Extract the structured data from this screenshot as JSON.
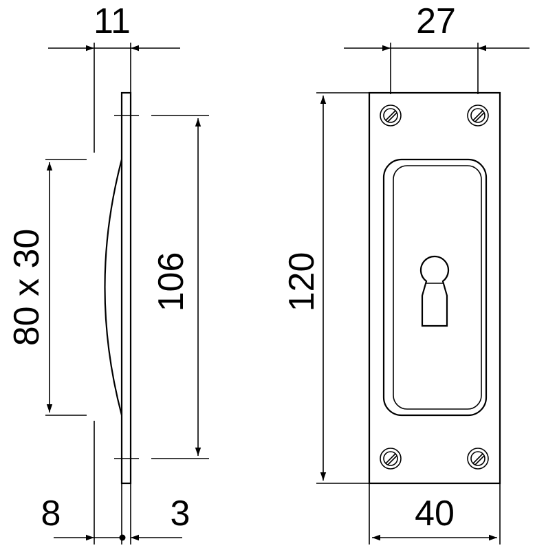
{
  "dimensions": {
    "top_left_width": "11",
    "top_right_width": "27",
    "handle_size": "80 x 30",
    "inner_height": "106",
    "overall_height": "120",
    "bottom_left_offset": "8",
    "bottom_plate_thickness": "3",
    "bottom_plate_width": "40"
  }
}
